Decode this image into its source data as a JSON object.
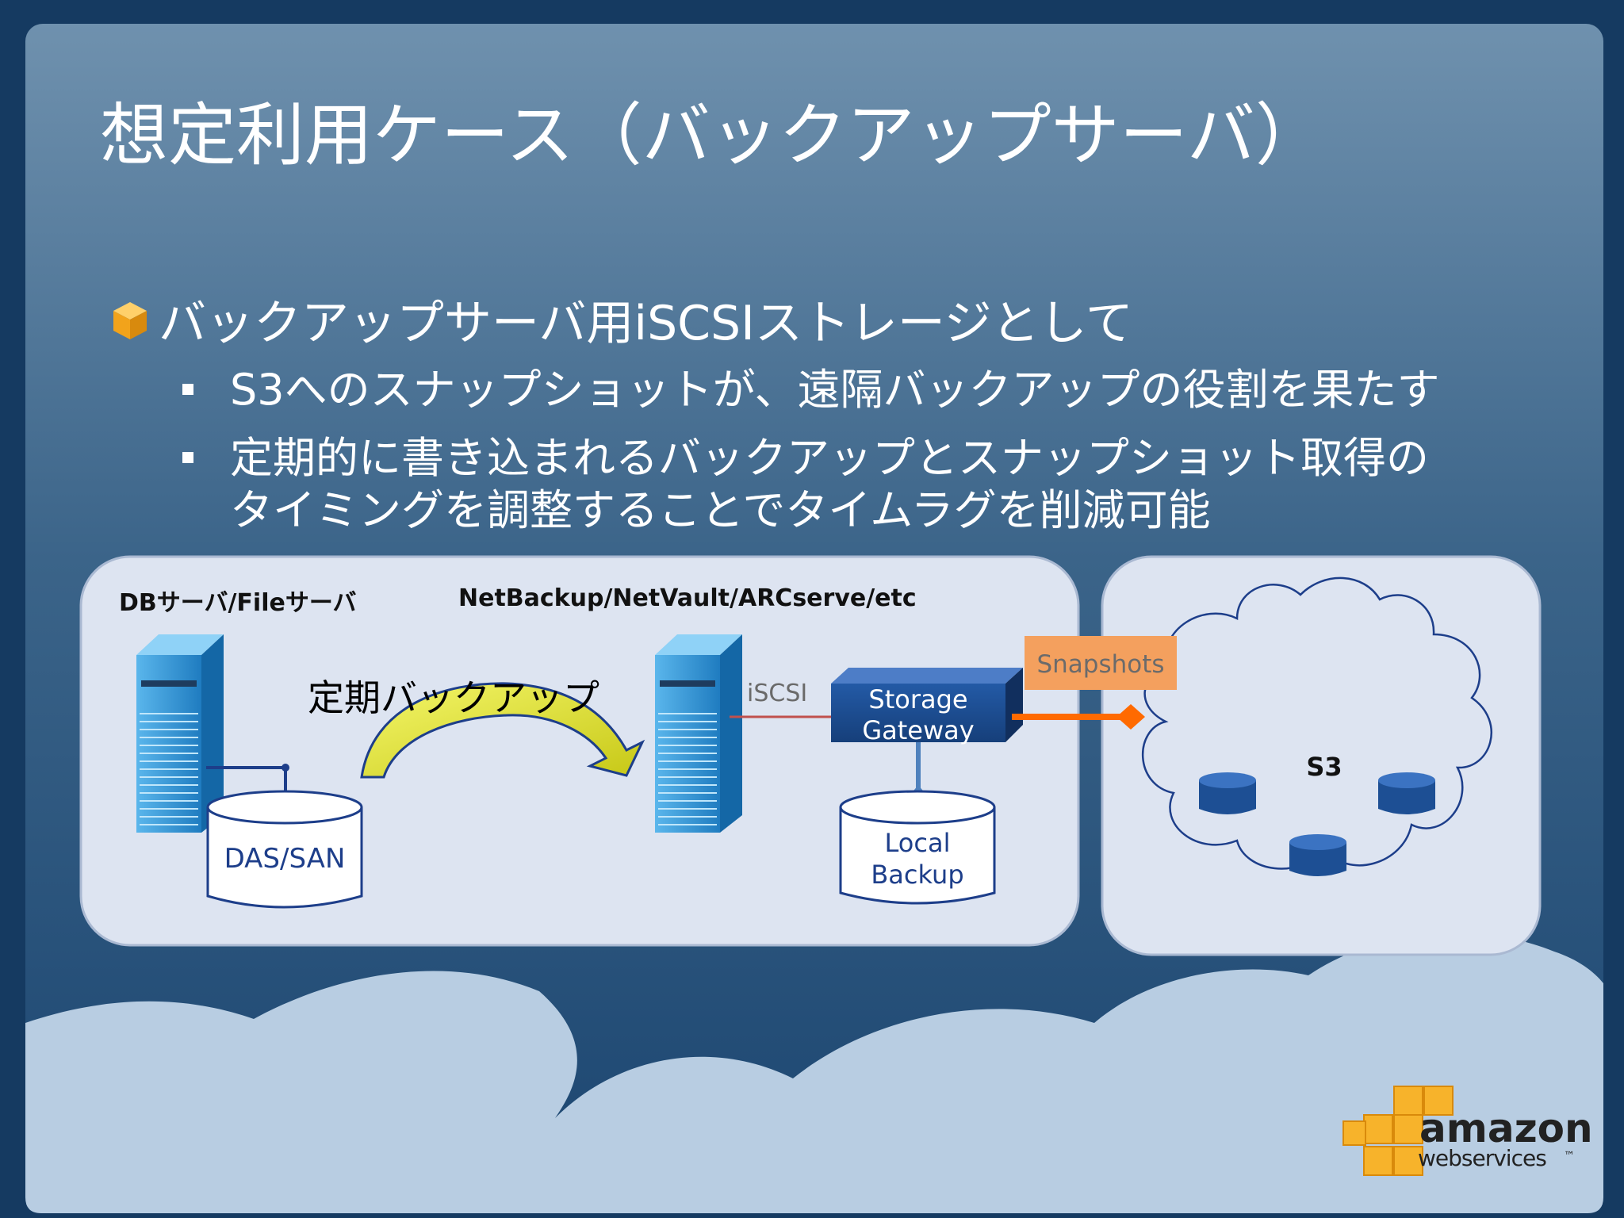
{
  "title": "想定利用ケース（バックアップサーバ）",
  "bullets": {
    "main": "バックアップサーバ用iSCSIストレージとして",
    "sub1": "S3へのスナップショットが、遠隔バックアップの役割を果たす",
    "sub2_line1": "定期的に書き込まれるバックアップとスナップショット取得の",
    "sub2_line2": "タイミングを調整することでタイムラグを削減可能"
  },
  "diagram": {
    "db_server_label": "DBサーバ/Fileサーバ",
    "backup_software_label": "NetBackup/NetVault/ARCserve/etc",
    "periodic_backup_label": "定期バックアップ",
    "das_san_label": "DAS/SAN",
    "iscsi_label": "iSCSI",
    "gateway_line1": "Storage",
    "gateway_line2": "Gateway",
    "local_backup_line1": "Local",
    "local_backup_line2": "Backup",
    "snapshots_label": "Snapshots",
    "s3_label": "S3"
  },
  "logo": {
    "word1": "amazon",
    "word2": "webservices",
    "tm": "™"
  },
  "colors": {
    "bg_top": "#6e90ad",
    "bg_bottom": "#1c4670",
    "panel": "#dde4f1",
    "server_blue": "#2f8fd0",
    "gateway_blue": "#1c4a8c",
    "snapshot_orange": "#f4a05e",
    "arrow_orange": "#ff6a00",
    "backup_arrow": "#e7ea2a",
    "bullet_icon": "#f2a31b"
  }
}
